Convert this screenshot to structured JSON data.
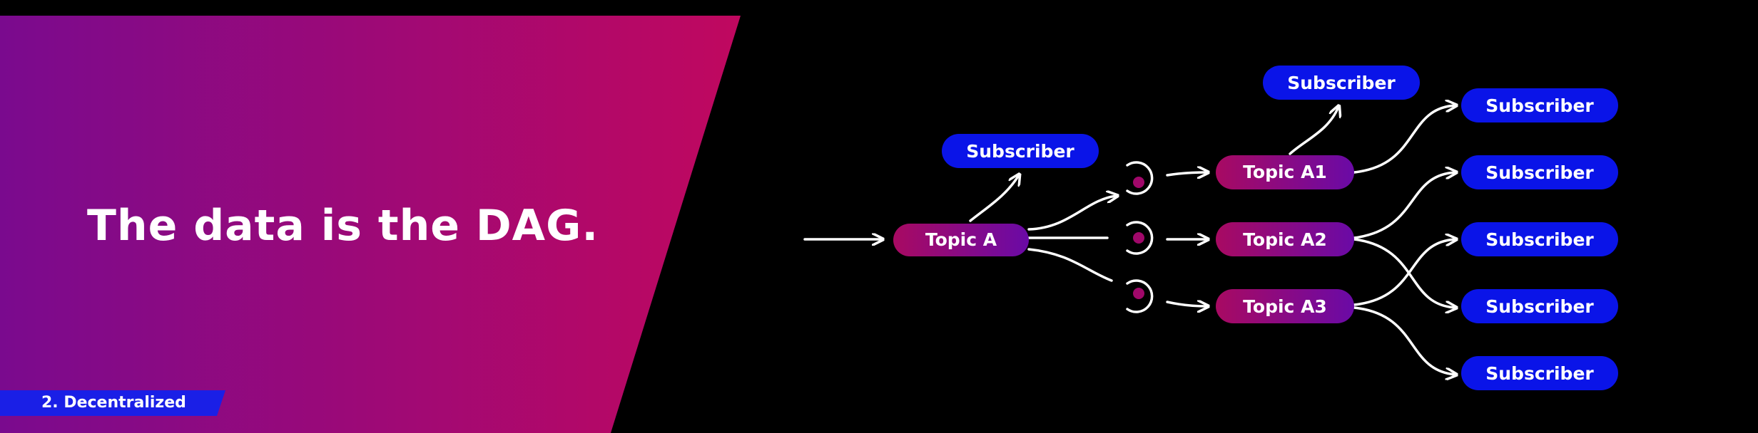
{
  "headline": "The data is the DAG.",
  "section_label": "2. Decentralized",
  "colors": {
    "background": "#000000",
    "gradient_start": "#7a0a8e",
    "gradient_end": "#c0085f",
    "subscriber_blue": "#0a14e8",
    "topic_start": "#a80a62",
    "topic_end": "#6a0aa6",
    "section_tag": "#1a1fe6",
    "arrow": "#ffffff",
    "filter_dot": "#a0086a"
  },
  "nodes": {
    "topic_a": "Topic A",
    "topic_a1": "Topic A1",
    "topic_a2": "Topic A2",
    "topic_a3": "Topic A3",
    "subscriber_a": "Subscriber",
    "subscriber_a1_top": "Subscriber",
    "subscriber_1": "Subscriber",
    "subscriber_2": "Subscriber",
    "subscriber_3": "Subscriber",
    "subscriber_4": "Subscriber",
    "subscriber_5": "Subscriber"
  }
}
